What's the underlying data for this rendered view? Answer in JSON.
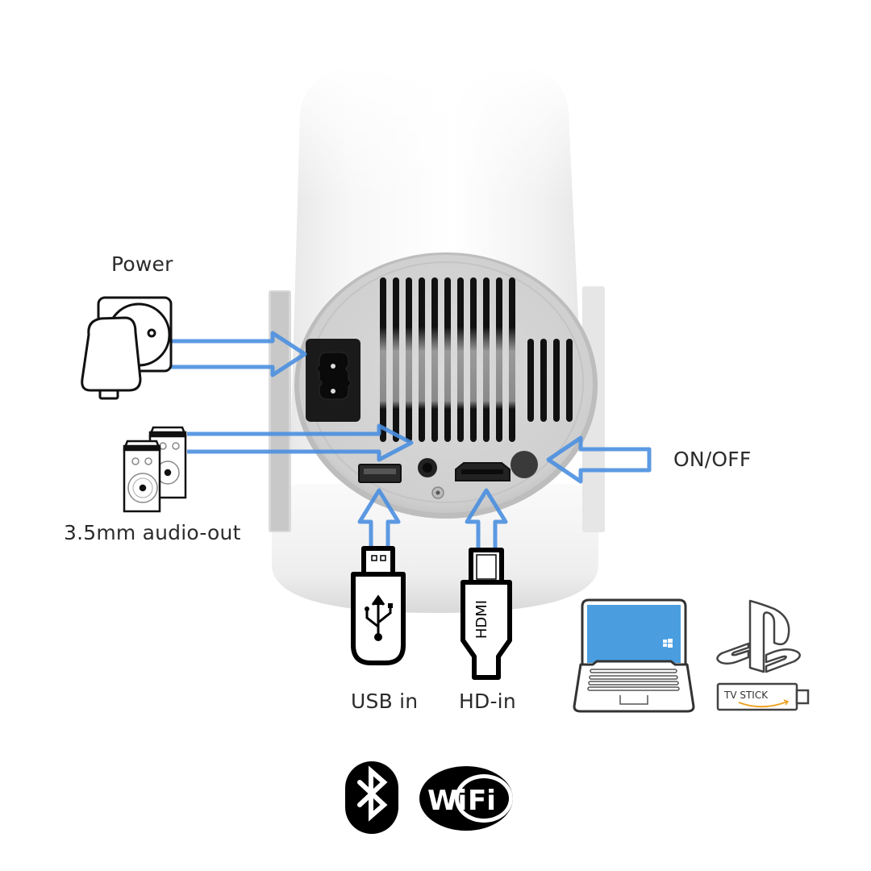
{
  "colors": {
    "arrow": "#4a8fe0",
    "background": "#ffffff",
    "body": "#f4f4f4",
    "panel": "#d0d0d0",
    "laptop_screen": "#4a9ee0",
    "amazon_smile": "#f0a020"
  },
  "labels": {
    "power": "Power",
    "audio_out": "3.5mm audio-out",
    "on_off": "ON/OFF",
    "usb_in": "USB in",
    "hd_in": "HD-in",
    "hdmi_plug_text": "HDMI",
    "tv_stick_text": "TV STICK",
    "wifi_wi": "Wi",
    "wifi_fi": "Fi"
  },
  "ports": [
    {
      "name": "power-inlet",
      "label": "Power",
      "connector": "power-plug-icon"
    },
    {
      "name": "audio-jack",
      "label": "3.5mm audio-out",
      "connector": "speakers-icon"
    },
    {
      "name": "usb-port",
      "label": "USB in",
      "connector": "usb-stick-icon"
    },
    {
      "name": "hdmi-port",
      "label": "HD-in",
      "connector": "hdmi-plug-icon"
    },
    {
      "name": "power-button",
      "label": "ON/OFF",
      "connector": "none"
    }
  ],
  "sources": [
    "laptop-icon",
    "playstation-icon",
    "tv-stick-icon"
  ],
  "connectivity": [
    "bluetooth-icon",
    "wifi-icon"
  ]
}
